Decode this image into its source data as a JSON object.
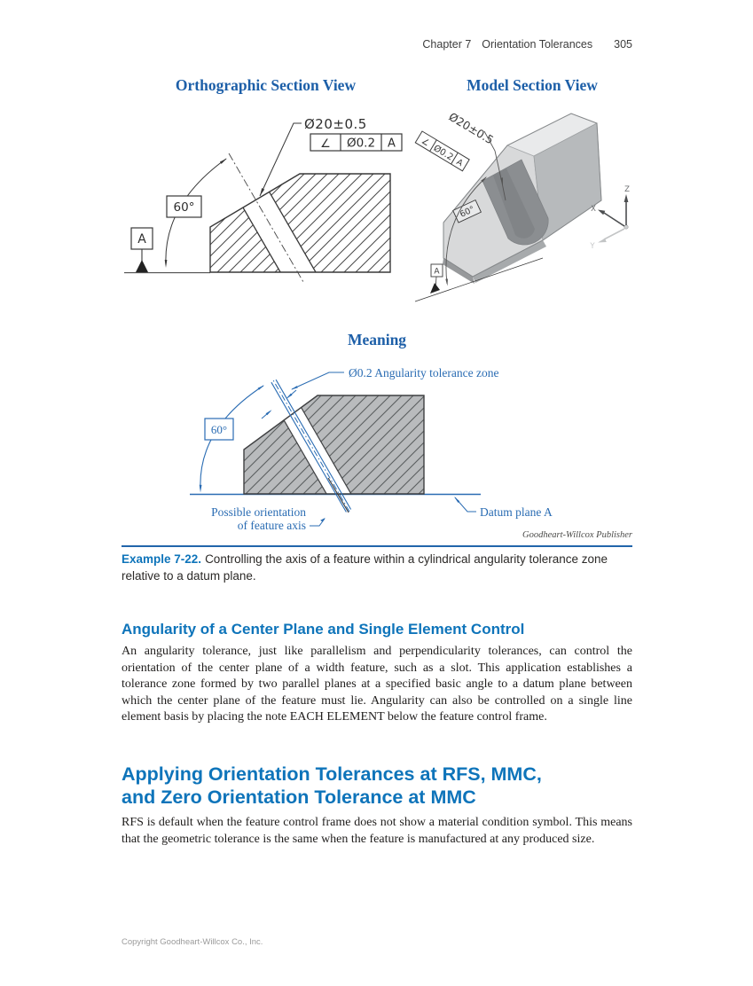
{
  "colors": {
    "title_blue": "#1d5fa8",
    "heading_blue": "#0e74ba",
    "figure_blue": "#2a6cb3",
    "rule_blue": "#2265ab",
    "part_gray": "#b9bbbd",
    "model_light_gray": "#d8d9da",
    "model_mid_gray": "#b7babc",
    "notch_gray": "#8b8e91"
  },
  "header": {
    "chapter": "Chapter 7",
    "title": "Orientation Tolerances",
    "page": "305"
  },
  "figures": {
    "ortho": {
      "title": "Orthographic Section View",
      "dim": "Ø20±0.5",
      "fcf_symbol": "∠",
      "fcf_tolerance": "Ø0.2",
      "fcf_datum": "A",
      "angle": "60°",
      "datum": "A"
    },
    "model": {
      "title": "Model Section View",
      "dim": "Ø20±0.5",
      "fcf_symbol": "∠",
      "fcf_tolerance": "Ø0.2",
      "fcf_datum": "A",
      "angle": "60°",
      "datum": "A",
      "axis_x": "X",
      "axis_y": "Y",
      "axis_z": "Z"
    },
    "meaning": {
      "title": "Meaning",
      "zone_label": "Ø0.2 Angularity tolerance zone",
      "angle": "60°",
      "axis_label_1": "Possible orientation",
      "axis_label_2": "of feature axis",
      "datum_label": "Datum plane A"
    },
    "credit": "Goodheart-Willcox Publisher"
  },
  "caption": {
    "label": "Example 7-22.",
    "text": "Controlling the axis of a feature within a cylindrical angularity tolerance zone relative to a datum plane."
  },
  "sections": {
    "s1": {
      "heading": "Angularity of a Center Plane and Single Element Control",
      "body": "An angularity tolerance, just like parallelism and perpendicularity tolerances, can control the orientation of the center plane of a width feature, such as a slot. This application establishes a tolerance zone formed by two parallel planes at a specified basic angle to a datum plane between which the center plane of the feature must lie. Angularity can also be controlled on a single line element basis by placing the note EACH ELEMENT below the feature control frame."
    },
    "s2": {
      "heading_1": "Applying Orientation Tolerances at RFS, MMC,",
      "heading_2": "and Zero Orientation Tolerance at MMC",
      "body": "RFS is default when the feature control frame does not show a material condition symbol. This means that the geometric tolerance is the same when the feature is manufactured at any produced size."
    }
  },
  "footer": {
    "copyright": "Copyright Goodheart-Willcox Co., Inc."
  }
}
